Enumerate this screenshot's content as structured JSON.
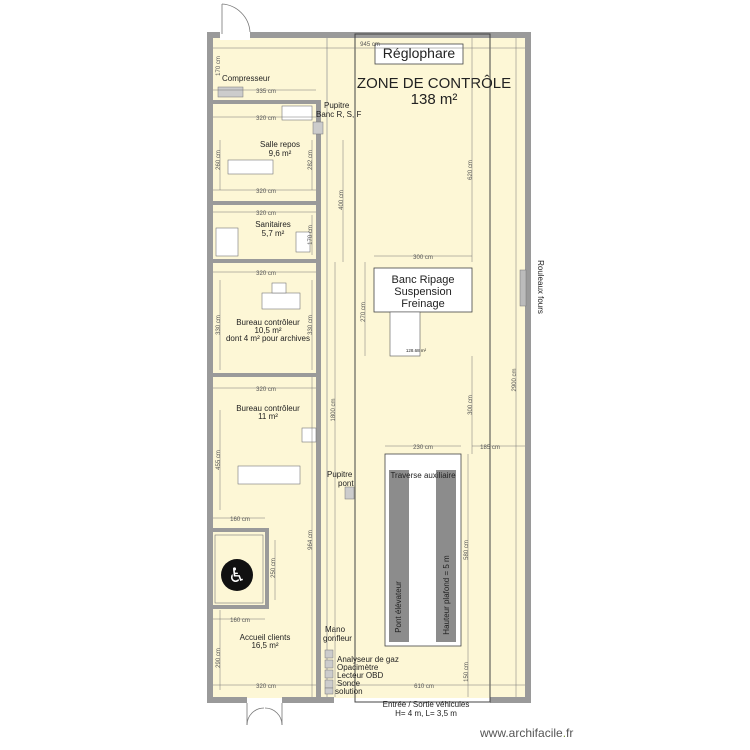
{
  "zone": {
    "title": "ZONE DE CONTRÔLE",
    "area": "138 m²"
  },
  "reglophare": "Réglophare",
  "rooms": {
    "compresseur": "Compresseur",
    "pupitre_top": [
      "Pupitre",
      "Banc R, S, F"
    ],
    "salle_repos": [
      "Salle repos",
      "9,6 m²"
    ],
    "sanitaires": [
      "Sanitaires",
      "5,7 m²"
    ],
    "bureau1": [
      "Bureau contrôleur",
      "10,5 m²",
      "dont 4 m² pour archives"
    ],
    "bureau2": [
      "Bureau contrôleur",
      "11 m²"
    ],
    "pupitre_pont": [
      "Pupitre",
      "pont"
    ],
    "accueil": [
      "Accueil clients",
      "16,5 m²"
    ],
    "mano": [
      "Mano",
      "gonfleur"
    ]
  },
  "banc": [
    "Banc Ripage",
    "Suspension",
    "Freinage"
  ],
  "banc_area": "128.68 m²",
  "traverse": "Traverse auxiliaire",
  "pont_elevateur": "Pont élévateur",
  "hauteur": "Hauteur plafond = 5 m",
  "rouleaux": "Rouleaux fours",
  "equipment": [
    "Analyseur de gaz",
    "Opacimètre",
    "Lecteur OBD",
    "Sonde",
    "solution"
  ],
  "entree": [
    "Entrée / Sortie véhicules",
    "H= 4 m, L= 3,5 m"
  ],
  "dimensions": {
    "d945": "945 cm",
    "d335": "335 cm",
    "d320": "320 cm",
    "d620": "620 cm",
    "d400": "400 cm",
    "d300": "300 cm",
    "d270": "270 cm",
    "d1800": "1800 cm",
    "d2900": "2900 cm",
    "d230": "230 cm",
    "d185": "185 cm",
    "d580": "580 cm",
    "d150": "150 cm",
    "d610": "610 cm",
    "d160": "160 cm",
    "d455": "455 cm",
    "d964": "964 cm",
    "d250": "250 cm",
    "d290": "290 cm",
    "d330": "330 cm",
    "d282": "282 cm",
    "d170": "170 cm",
    "d160b": "160 cm",
    "d260": "260 cm",
    "d170b": "170 cm"
  },
  "watermark": {
    "pre": "www.archifacile",
    "dot": ".",
    "post": "fr"
  }
}
